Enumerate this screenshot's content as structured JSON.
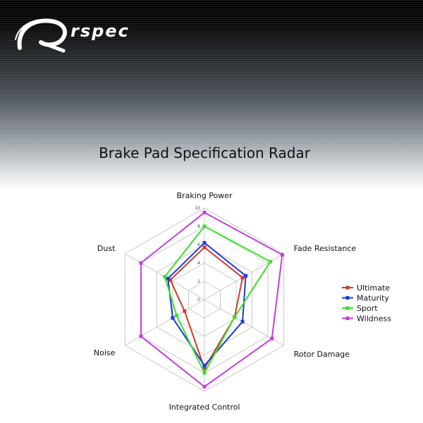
{
  "header": {
    "brand": "rspec"
  },
  "colors": {
    "ultimate": "#d03a2c",
    "maturity": "#1e3bd6",
    "sport": "#3ae02a",
    "wildness": "#c53ee0",
    "grid": "#c8c8c8"
  },
  "chart_data": {
    "type": "radar",
    "title": "Brake Pad Specification Radar",
    "axes": [
      "Braking Power",
      "Fade Resistance",
      "Rotor Damage",
      "Integrated Control",
      "Noise",
      "Dust"
    ],
    "rlim": [
      0,
      10
    ],
    "ticks": [
      0,
      2,
      4,
      6,
      8,
      10
    ],
    "tick_labels": [
      "0",
      "2",
      "4",
      "6",
      "8",
      "10"
    ],
    "legend": "right",
    "grid": true,
    "series": [
      {
        "name": "Ultimate",
        "values": [
          5.7,
          4.8,
          3.8,
          7.5,
          2.5,
          4.3
        ]
      },
      {
        "name": "Maturity",
        "values": [
          6.2,
          5.2,
          4.8,
          7.2,
          4.0,
          4.6
        ]
      },
      {
        "name": "Sport",
        "values": [
          8.0,
          8.3,
          3.8,
          8.0,
          3.5,
          5.0
        ]
      },
      {
        "name": "Wildness",
        "values": [
          9.5,
          9.8,
          8.5,
          9.5,
          8.0,
          8.0
        ]
      }
    ]
  }
}
